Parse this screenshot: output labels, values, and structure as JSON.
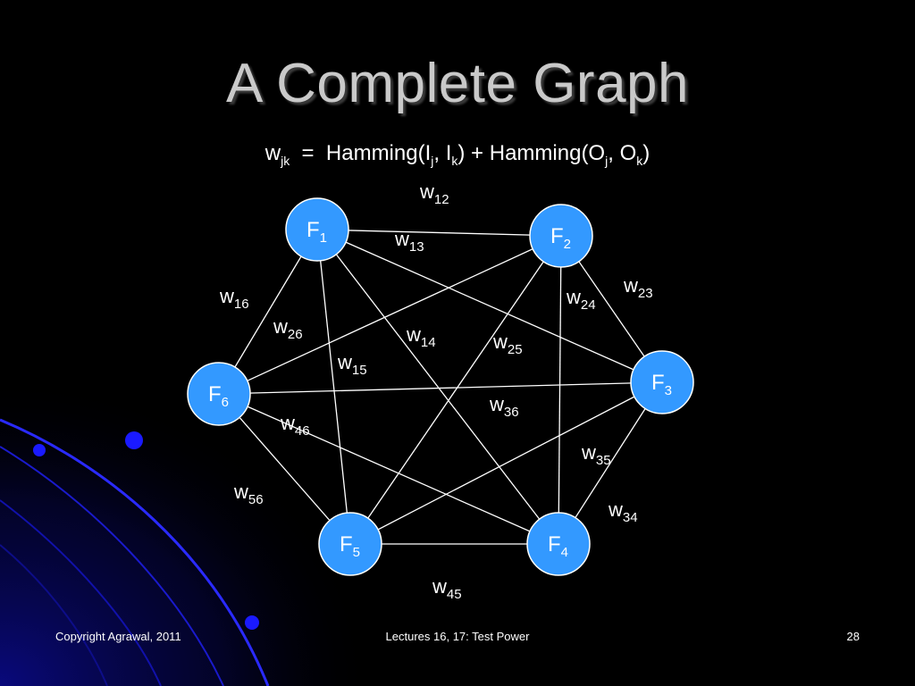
{
  "slide": {
    "title": "A Complete Graph",
    "formula": {
      "lhs": "w",
      "lhs_sub": "jk",
      "eq": "  =  ",
      "h1_open": "Hamming(I",
      "h1_sub_a": "j",
      "h1_sep": ", I",
      "h1_sub_b": "k",
      "h1_close": ")",
      "plus": " + ",
      "h2_open": "Hamming(O",
      "h2_sub_a": "j",
      "h2_sep": ", O",
      "h2_sub_b": "k",
      "h2_close": ")"
    },
    "footer": {
      "left": "Copyright Agrawal, 2011",
      "center": "Lectures 16, 17: Test Power",
      "right": "28"
    }
  },
  "colors": {
    "background": "#000000",
    "node_fill": "#3399ff",
    "node_stroke": "#ffffff",
    "edge": "#ffffff",
    "title": "#c9c9c9",
    "accent_blue": "#1a1aff"
  },
  "graph": {
    "nodes": [
      {
        "id": "1",
        "label": "F",
        "sub": "1"
      },
      {
        "id": "2",
        "label": "F",
        "sub": "2"
      },
      {
        "id": "3",
        "label": "F",
        "sub": "3"
      },
      {
        "id": "4",
        "label": "F",
        "sub": "4"
      },
      {
        "id": "5",
        "label": "F",
        "sub": "5"
      },
      {
        "id": "6",
        "label": "F",
        "sub": "6"
      }
    ],
    "edges": [
      {
        "from": "1",
        "to": "2",
        "label": "w",
        "sub": "12"
      },
      {
        "from": "1",
        "to": "3",
        "label": "w",
        "sub": "13"
      },
      {
        "from": "1",
        "to": "4",
        "label": "w",
        "sub": "14"
      },
      {
        "from": "1",
        "to": "5",
        "label": "w",
        "sub": "15"
      },
      {
        "from": "1",
        "to": "6",
        "label": "w",
        "sub": "16"
      },
      {
        "from": "2",
        "to": "3",
        "label": "w",
        "sub": "23"
      },
      {
        "from": "2",
        "to": "4",
        "label": "w",
        "sub": "24"
      },
      {
        "from": "2",
        "to": "5",
        "label": "w",
        "sub": "25"
      },
      {
        "from": "2",
        "to": "6",
        "label": "w",
        "sub": "26"
      },
      {
        "from": "3",
        "to": "4",
        "label": "w",
        "sub": "34"
      },
      {
        "from": "3",
        "to": "5",
        "label": "w",
        "sub": "35"
      },
      {
        "from": "3",
        "to": "6",
        "label": "w",
        "sub": "36"
      },
      {
        "from": "4",
        "to": "5",
        "label": "w",
        "sub": "45"
      },
      {
        "from": "4",
        "to": "6",
        "label": "w",
        "sub": "46"
      },
      {
        "from": "5",
        "to": "6",
        "label": "w",
        "sub": "56"
      }
    ]
  }
}
